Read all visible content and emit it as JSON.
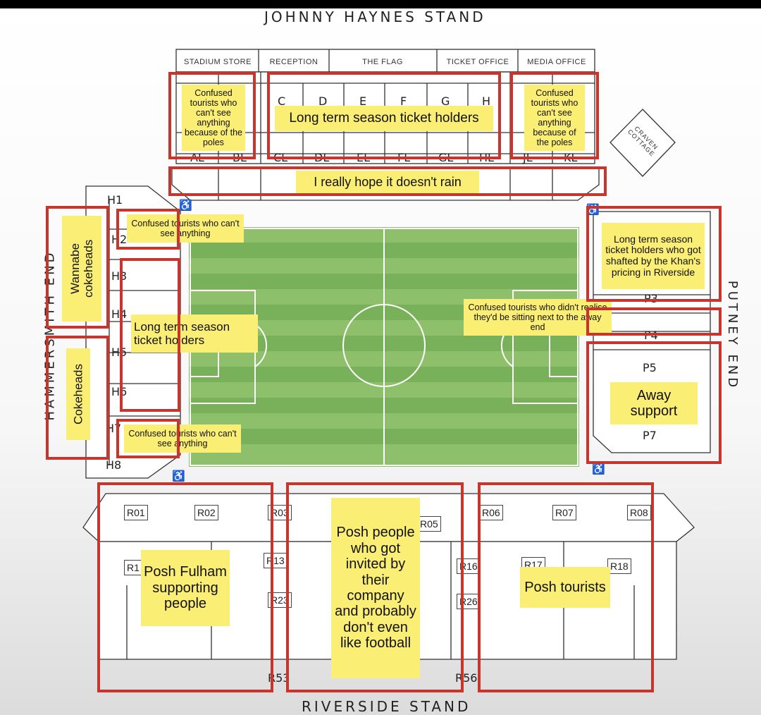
{
  "stands": {
    "north": "JOHNNY HAYNES STAND",
    "west": "HAMMERSMITH END",
    "east": "PUTNEY END",
    "south": "RIVERSIDE STAND"
  },
  "facilities": [
    "STADIUM STORE",
    "RECEPTION",
    "THE FLAG",
    "TICKET OFFICE",
    "MEDIA OFFICE"
  ],
  "craven_cottage": "CRAVEN COTTAGE",
  "blocks": {
    "haynes_top": [
      "C",
      "D",
      "E",
      "F",
      "G",
      "H"
    ],
    "haynes_bottom": [
      "AL",
      "BL",
      "CL",
      "DL",
      "EL",
      "FL",
      "GL",
      "HL",
      "JL",
      "KL"
    ],
    "hammersmith": [
      "H1",
      "H2",
      "H3",
      "H4",
      "H5",
      "H6",
      "H7",
      "H8"
    ],
    "putney": [
      "P3",
      "P4",
      "P5",
      "P7"
    ],
    "riverside": [
      "R01",
      "R02",
      "R03",
      "R05",
      "R06",
      "R07",
      "R08",
      "R1",
      "R13",
      "R23",
      "R16",
      "R26",
      "R17",
      "R18",
      "R53",
      "R56"
    ]
  },
  "notes": {
    "poles_left": "Confused tourists who can't see anything because of the poles",
    "season_top": "Long term season ticket holders",
    "poles_right": "Confused tourists who can't see anything because of the poles",
    "rain": "I really hope it doesn't rain",
    "wannabe": "Wannabe cokeheads",
    "cokeheads": "Cokeheads",
    "confused_h2": "Confused tourists who can't see anything",
    "season_left": "Long term season ticket holders",
    "confused_h7": "Confused tourists who can't see anything",
    "shafted": "Long term season ticket holders who got shafted by the Khan's pricing in Riverside",
    "away_end": "Confused tourists who didn't realise they'd be sitting next to the away end",
    "away_support": "Away support",
    "posh_fulham": "Posh Fulham supporting people",
    "posh_invited": "Posh people who got invited by their company and probably don't even like football",
    "posh_tourists": "Posh tourists"
  },
  "colors": {
    "highlight": "#fbee74",
    "outline": "#c8352d",
    "pitch_light": "#8ec06c",
    "pitch_dark": "#79b15a"
  },
  "icons": [
    "wheelchair-icon"
  ]
}
